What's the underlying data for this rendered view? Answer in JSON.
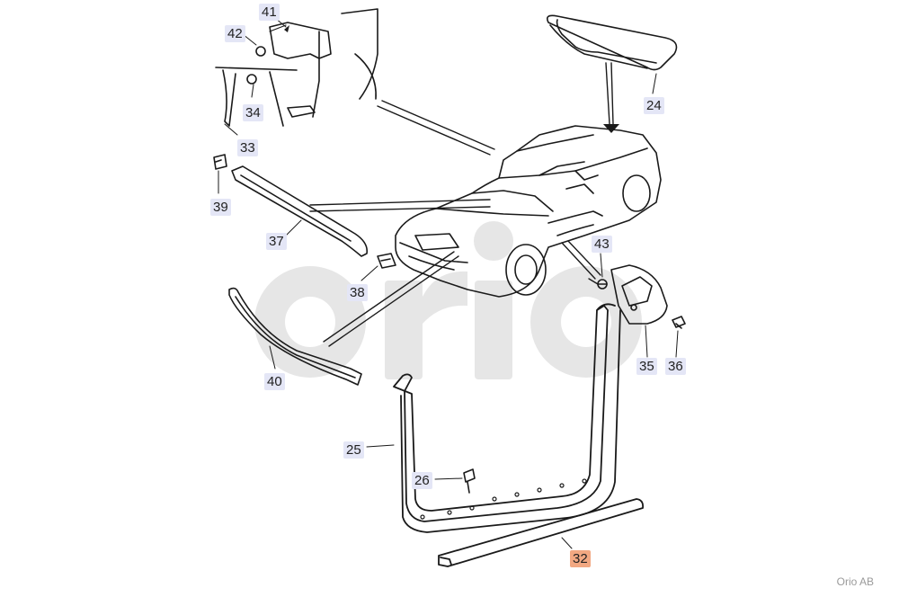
{
  "diagram": {
    "callouts": [
      {
        "id": "41",
        "label": "41",
        "highlighted": false
      },
      {
        "id": "42",
        "label": "42",
        "highlighted": false
      },
      {
        "id": "34",
        "label": "34",
        "highlighted": false
      },
      {
        "id": "33",
        "label": "33",
        "highlighted": false
      },
      {
        "id": "24",
        "label": "24",
        "highlighted": false
      },
      {
        "id": "39",
        "label": "39",
        "highlighted": false
      },
      {
        "id": "37",
        "label": "37",
        "highlighted": false
      },
      {
        "id": "43",
        "label": "43",
        "highlighted": false
      },
      {
        "id": "38",
        "label": "38",
        "highlighted": false
      },
      {
        "id": "35",
        "label": "35",
        "highlighted": false
      },
      {
        "id": "36",
        "label": "36",
        "highlighted": false
      },
      {
        "id": "40",
        "label": "40",
        "highlighted": false
      },
      {
        "id": "25",
        "label": "25",
        "highlighted": false
      },
      {
        "id": "26",
        "label": "26",
        "highlighted": false
      },
      {
        "id": "32",
        "label": "32",
        "highlighted": true
      }
    ],
    "colors": {
      "callout_bg": "#e4e6f6",
      "callout_highlight_bg": "#f2a882",
      "line": "#1a1a1a",
      "watermark": "#e6e6e6"
    },
    "watermark": {
      "text": "orio",
      "icon": "orio-logo-watermark"
    },
    "credit": "Orio AB"
  }
}
